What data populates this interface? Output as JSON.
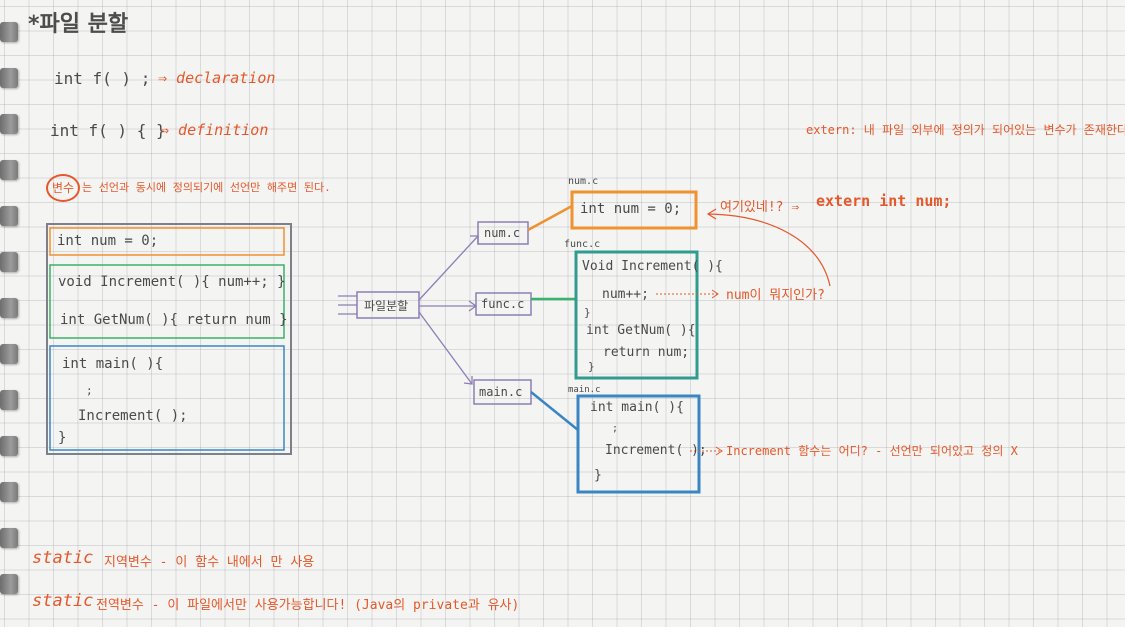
{
  "title": "*파일 분할",
  "lines": {
    "declaration_code": "int f( ) ;",
    "declaration_note": "⇒ declaration",
    "definition_code": "int f( ) {     }",
    "definition_note": "⇒ definition",
    "extern_note": "extern: 내 파일 외부에 정의가 되어있는 변수가 존재한다.",
    "variable_circle": "변수",
    "variable_note": "는 선언과 동시에 정의되기에   선언만 해주면 된다."
  },
  "left_box": {
    "line1": "int num = 0;",
    "line2": "void Increment( ){ num++; }",
    "line3": "int GetNum( ){ return num }",
    "line4": "int main( ){",
    "line5": ";",
    "line6": "Increment( );",
    "line7": "}"
  },
  "split_label": "파일분할",
  "files": {
    "num_node": "num.c",
    "func_node": "func.c",
    "main_node": "main.c",
    "num_caption": "num.c",
    "func_caption": "func.c",
    "main_caption": "main.c"
  },
  "num_box": {
    "code": "int num = 0;"
  },
  "func_box": {
    "l1": "Void Increment( ){",
    "l2": "num++;",
    "l3": "}",
    "l4": "int GetNum( ){",
    "l5": "return num;",
    "l6": "}"
  },
  "main_box": {
    "l1": "int main( ){",
    "l2": ";",
    "l3": "Increment( );",
    "l4": "}"
  },
  "annotations": {
    "here": "여기있네!? ⇒",
    "extern_code": "extern int num;",
    "num_question": "num이 뭐지인가?",
    "increment_question": "Increment 함수는 어디? - 선언만 되어있고 정의 X"
  },
  "static_local_kw": "static",
  "static_local_text": "지역변수 - 이 함수 내에서 만 사용",
  "static_global_kw": "static",
  "static_global_text": "전역변수 - 이 파일에서만 사용가능합니다! (Java의 private과 유사)",
  "colors": {
    "orange": "#e5582b",
    "orange_box": "#f0922f",
    "green_box": "#39b26b",
    "teal_box": "#2f9c8f",
    "blue_box": "#3a86c4",
    "purple": "#8b7fb5",
    "gray_border": "#7f7f8a"
  }
}
